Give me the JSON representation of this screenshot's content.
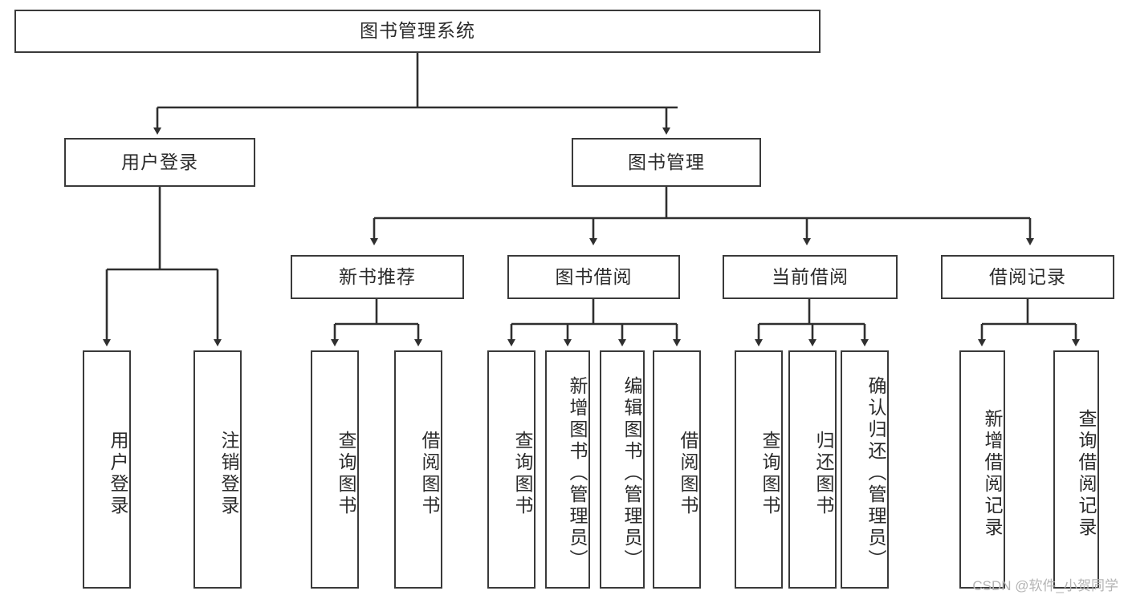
{
  "diagram": {
    "title": "图书管理系统",
    "type": "hierarchy-tree",
    "root": {
      "label": "图书管理系统"
    },
    "level1": [
      {
        "label": "用户登录"
      },
      {
        "label": "图书管理"
      }
    ],
    "level2": [
      {
        "label": "新书推荐"
      },
      {
        "label": "图书借阅"
      },
      {
        "label": "当前借阅"
      },
      {
        "label": "借阅记录"
      }
    ],
    "leaves": {
      "user_login": [
        {
          "label": "用户登录"
        },
        {
          "label": "注销登录"
        }
      ],
      "new_book_recommend": [
        {
          "label": "查询图书"
        },
        {
          "label": "借阅图书"
        }
      ],
      "book_borrow": [
        {
          "label": "查询图书"
        },
        {
          "label": "新增图书（管理员）"
        },
        {
          "label": "编辑图书（管理员）"
        },
        {
          "label": "借阅图书"
        }
      ],
      "current_borrow": [
        {
          "label": "查询图书"
        },
        {
          "label": "归还图书"
        },
        {
          "label": "确认归还（管理员）"
        }
      ],
      "borrow_record": [
        {
          "label": "新增借阅记录"
        },
        {
          "label": "查询借阅记录"
        }
      ]
    }
  },
  "watermark": {
    "text": "CSDN @软件_小贺同学"
  },
  "colors": {
    "box_border": "#3a3a3a",
    "box_fill": "#ffffff",
    "text": "#2b2b2b",
    "connector": "#2f2f2f",
    "watermark": "#b4b4b4",
    "background": "#ffffff"
  }
}
